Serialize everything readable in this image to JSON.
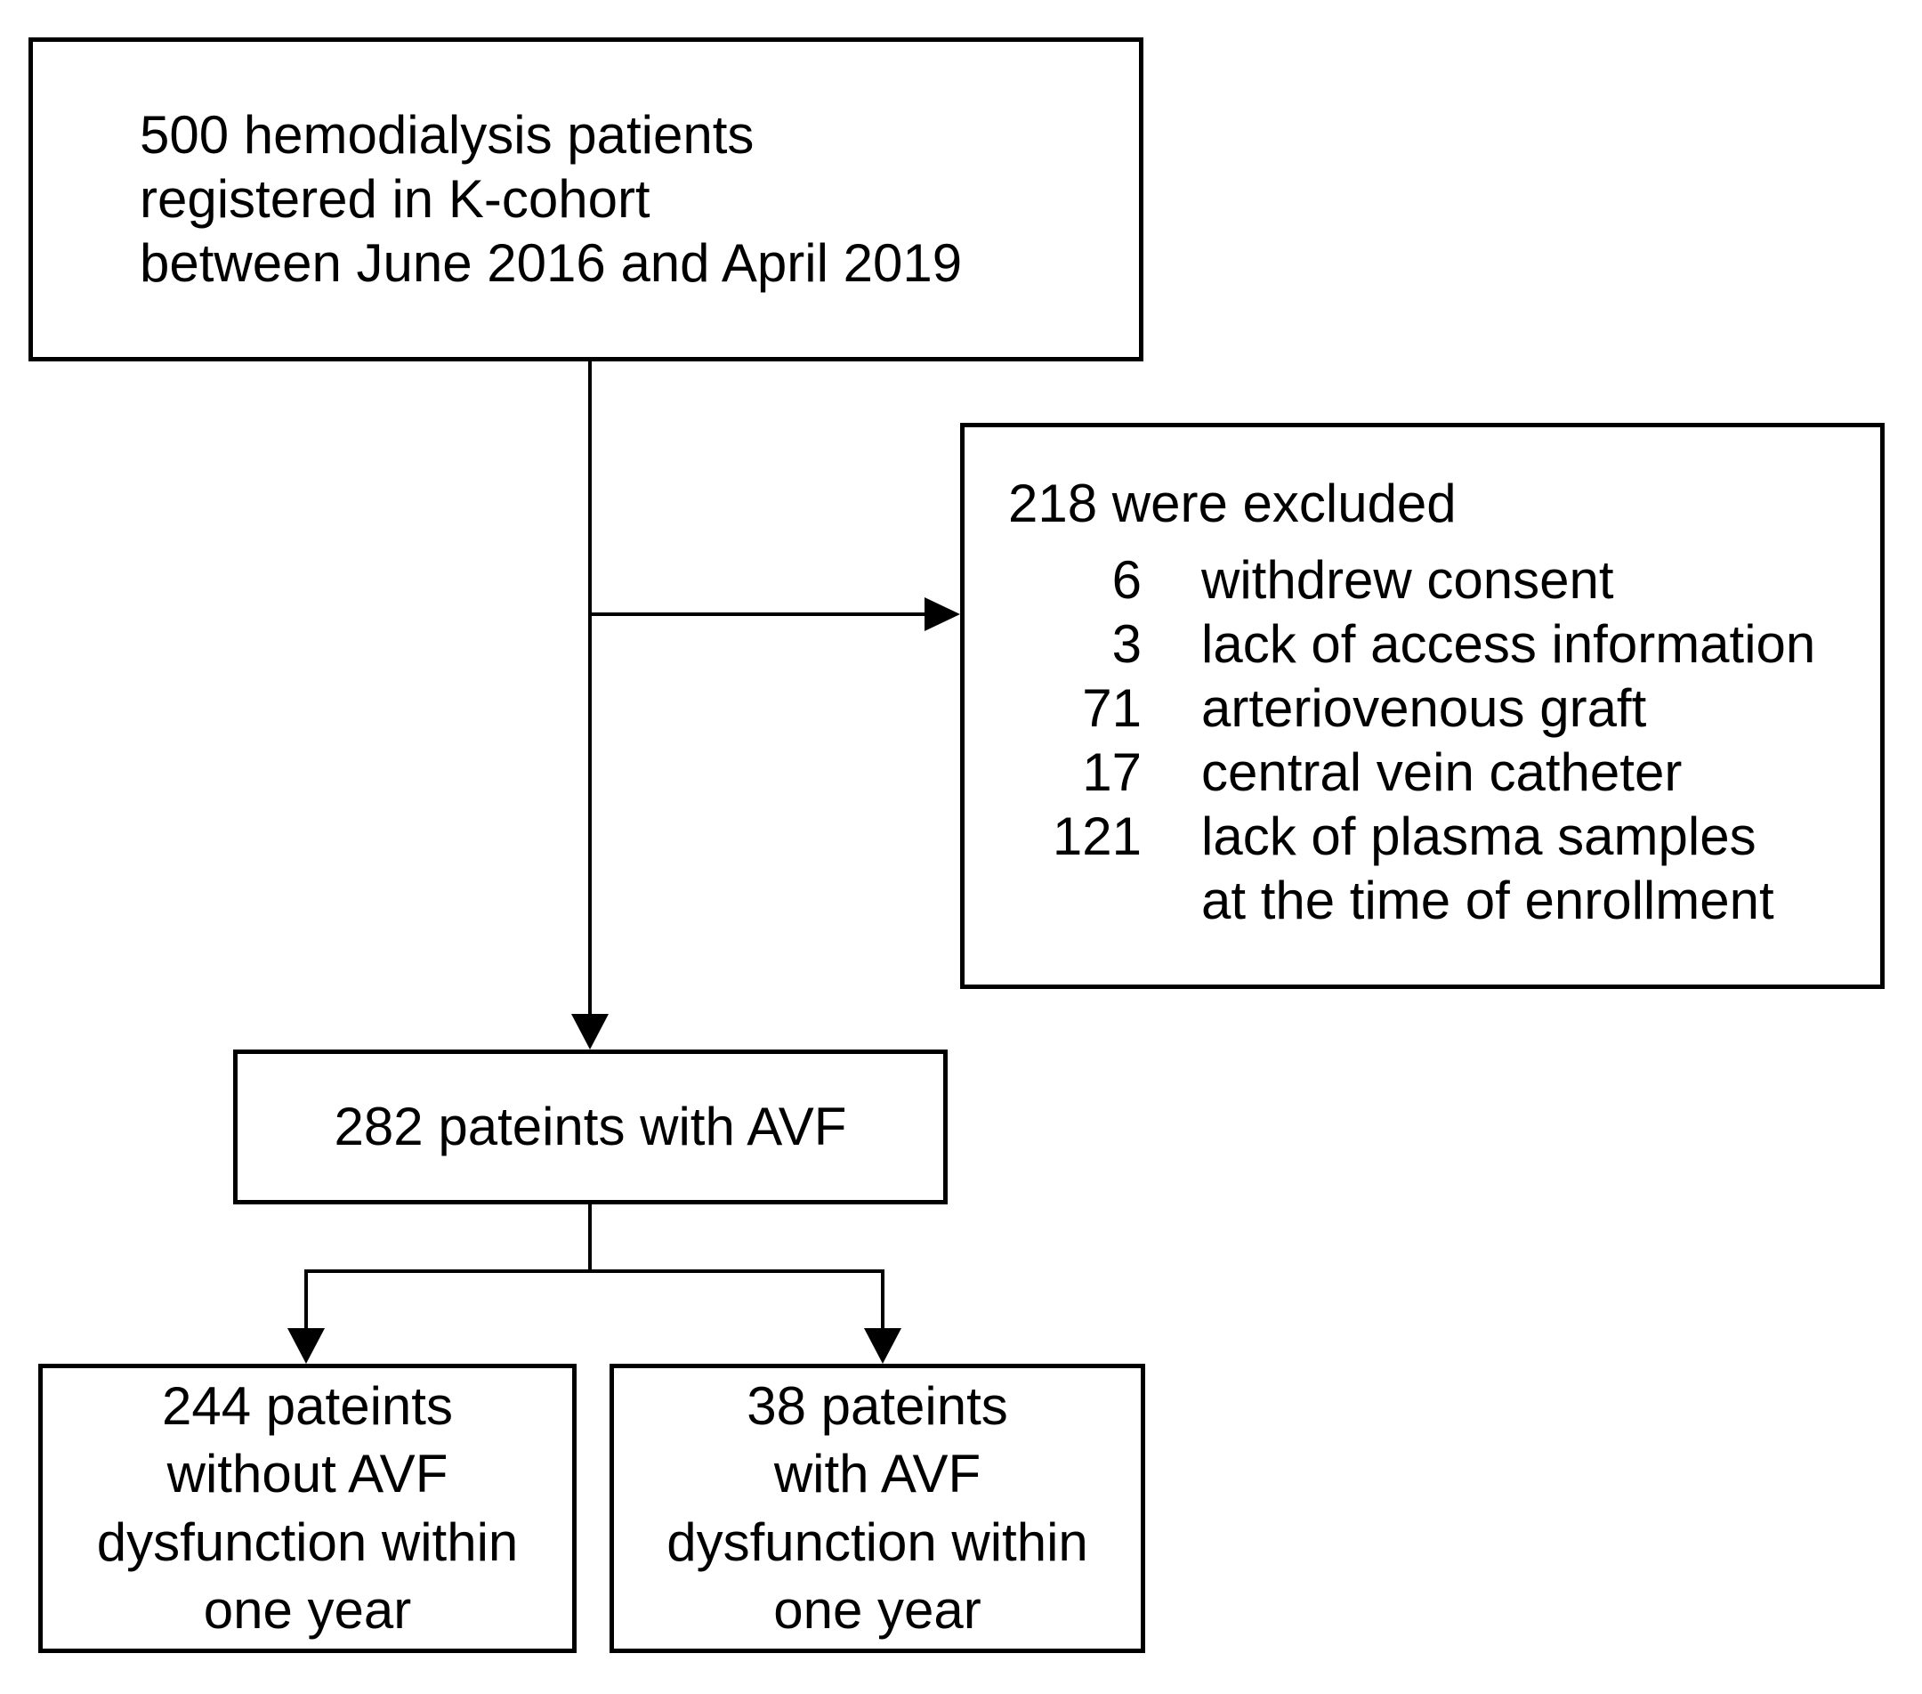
{
  "diagram": {
    "type": "patient-flowchart",
    "background_color": "#ffffff",
    "line_color": "#000000",
    "cohort": {
      "text": "500 hemodialysis patients\nregistered in K-cohort\nbetween June 2016 and April 2019"
    },
    "excluded": {
      "title": "218 were excluded",
      "items": [
        {
          "count": "6",
          "reason": "withdrew consent"
        },
        {
          "count": "3",
          "reason": "lack of access information"
        },
        {
          "count": "71",
          "reason": "arteriovenous graft"
        },
        {
          "count": "17",
          "reason": "central vein catheter"
        },
        {
          "count": "121",
          "reason": "lack of plasma samples",
          "reason_cont": "at the time of enrollment"
        }
      ]
    },
    "avf": {
      "text": "282 pateints with AVF"
    },
    "no_dysfunction": {
      "text": "244 pateints\nwithout AVF\ndysfunction within\none year"
    },
    "dysfunction": {
      "text": "38 pateints\nwith AVF\ndysfunction within\none year"
    }
  }
}
